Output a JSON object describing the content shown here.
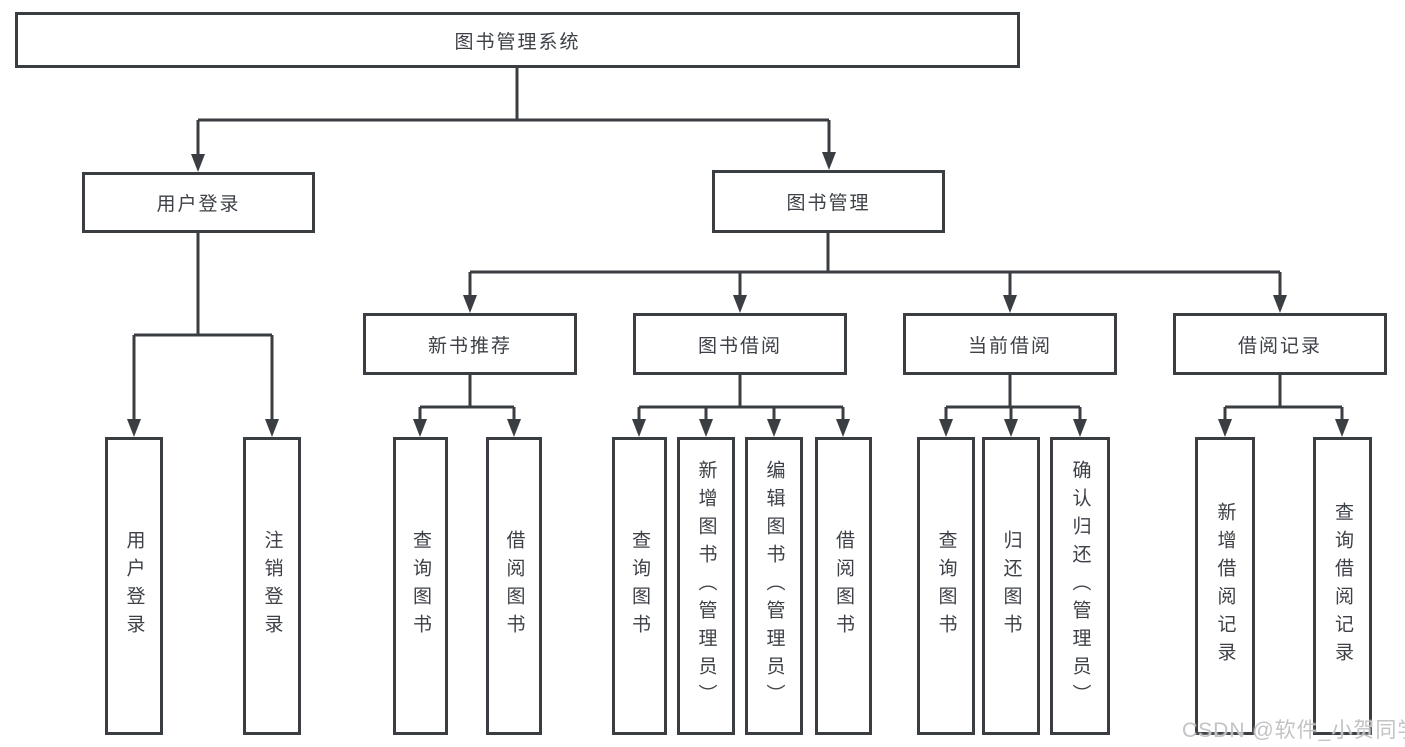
{
  "page": {
    "watermark": "CSDN @软件_小贺同学"
  },
  "colors": {
    "line": "#3a3d41",
    "text": "#3d4147",
    "background": "#ffffff",
    "watermark": "#c2c3c5"
  },
  "tree": {
    "root": "图书管理系统",
    "branches": [
      {
        "label": "用户登录",
        "leaves": [
          "用户登录",
          "注销登录"
        ]
      },
      {
        "label": "图书管理",
        "groups": [
          {
            "label": "新书推荐",
            "leaves": [
              "查询图书",
              "借阅图书"
            ]
          },
          {
            "label": "图书借阅",
            "leaves": [
              "查询图书",
              "新增图书（管理员）",
              "编辑图书（管理员）",
              "借阅图书"
            ]
          },
          {
            "label": "当前借阅",
            "leaves": [
              "查询图书",
              "归还图书",
              "确认归还（管理员）"
            ]
          },
          {
            "label": "借阅记录",
            "leaves": [
              "新增借阅记录",
              "查询借阅记录"
            ]
          }
        ]
      }
    ]
  }
}
